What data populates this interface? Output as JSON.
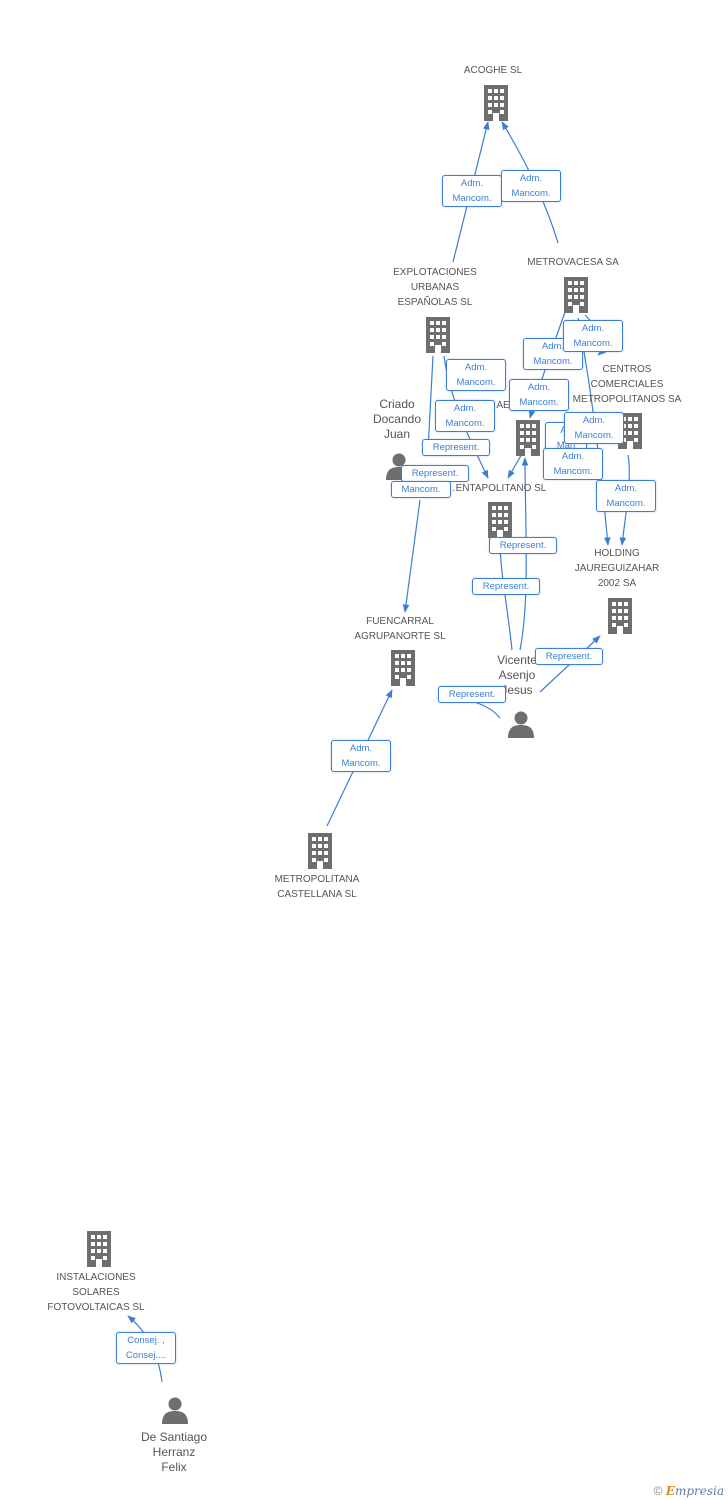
{
  "nodes": {
    "acoghe": {
      "type": "company",
      "label": "ACOGHE SL"
    },
    "explotaciones": {
      "type": "company",
      "label": "EXPLOTACIONES\nURBANAS\nESPAÑOLAS SL"
    },
    "metrovacesa": {
      "type": "company",
      "label": "METROVACESA SA"
    },
    "centros": {
      "type": "company",
      "label": "CENTROS\nCOMERCIALES\nMETROPOLITANOS SA"
    },
    "criado": {
      "type": "person",
      "label": "Criado\nDocando\nJuan"
    },
    "pentapolitano": {
      "type": "company",
      "label": "…ENTAPOLITANO SL"
    },
    "ae_company": {
      "type": "company",
      "label": "…AE…"
    },
    "holding": {
      "type": "company",
      "label": "HOLDING\nJAUREGUIZAHAR\n2002 SA"
    },
    "fuencarral": {
      "type": "company",
      "label": "FUENCARRAL\nAGRUPANORTE SL"
    },
    "vicente": {
      "type": "person",
      "label": "Vicente\nAsenjo\nJesus"
    },
    "metropolitana": {
      "type": "company",
      "label": "METROPOLITANA\nCASTELLANA SL"
    },
    "instalaciones": {
      "type": "company",
      "label": "INSTALACIONES\nSOLARES\nFOTOVOLTAICAS SL"
    },
    "desantiago": {
      "type": "person",
      "label": "De Santiago\nHerranz\nFelix"
    }
  },
  "edge_labels": {
    "adm_mancom": "Adm.\nMancom.",
    "represent": "Represent.",
    "mancom_only": "Mancom.",
    "adm_partial": "Ad\nMan",
    "consej": "Consej. ,\nConsej...."
  },
  "footer": {
    "copyright": "©",
    "brand_e": "E",
    "brand_rest": "mpresia"
  },
  "colors": {
    "edge": "#3a7fd4",
    "icon": "#6e6e6e",
    "label": "#555555"
  }
}
